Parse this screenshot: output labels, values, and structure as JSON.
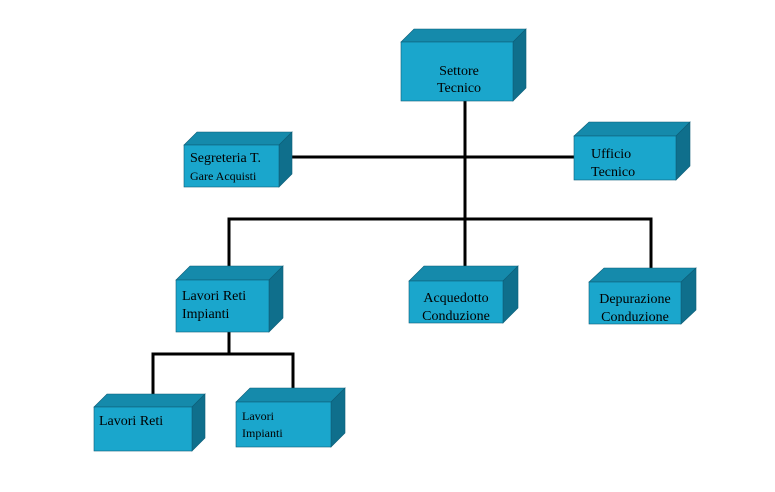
{
  "colors": {
    "box_front": "#1aa6cc",
    "box_top": "#158aab",
    "box_side": "#0f6f8c",
    "connector": "#000000"
  },
  "nodes": {
    "settore_tecnico": {
      "line1": "Settore",
      "line2": "Tecnico"
    },
    "segreteria": {
      "line1": "Segreteria T.",
      "line2": "Gare Acquisti"
    },
    "ufficio_tecnico": {
      "line1": "Ufficio",
      "line2": "Tecnico"
    },
    "lavori_reti_impianti": {
      "line1": "Lavori Reti",
      "line2": "Impianti"
    },
    "acquedotto": {
      "line1": "Acquedotto",
      "line2": "Conduzione"
    },
    "depurazione": {
      "line1": "Depurazione",
      "line2": "Conduzione"
    },
    "lavori_reti": {
      "line1": "Lavori Reti"
    },
    "lavori_impianti": {
      "line1": "Lavori",
      "line2": "Impianti"
    }
  }
}
